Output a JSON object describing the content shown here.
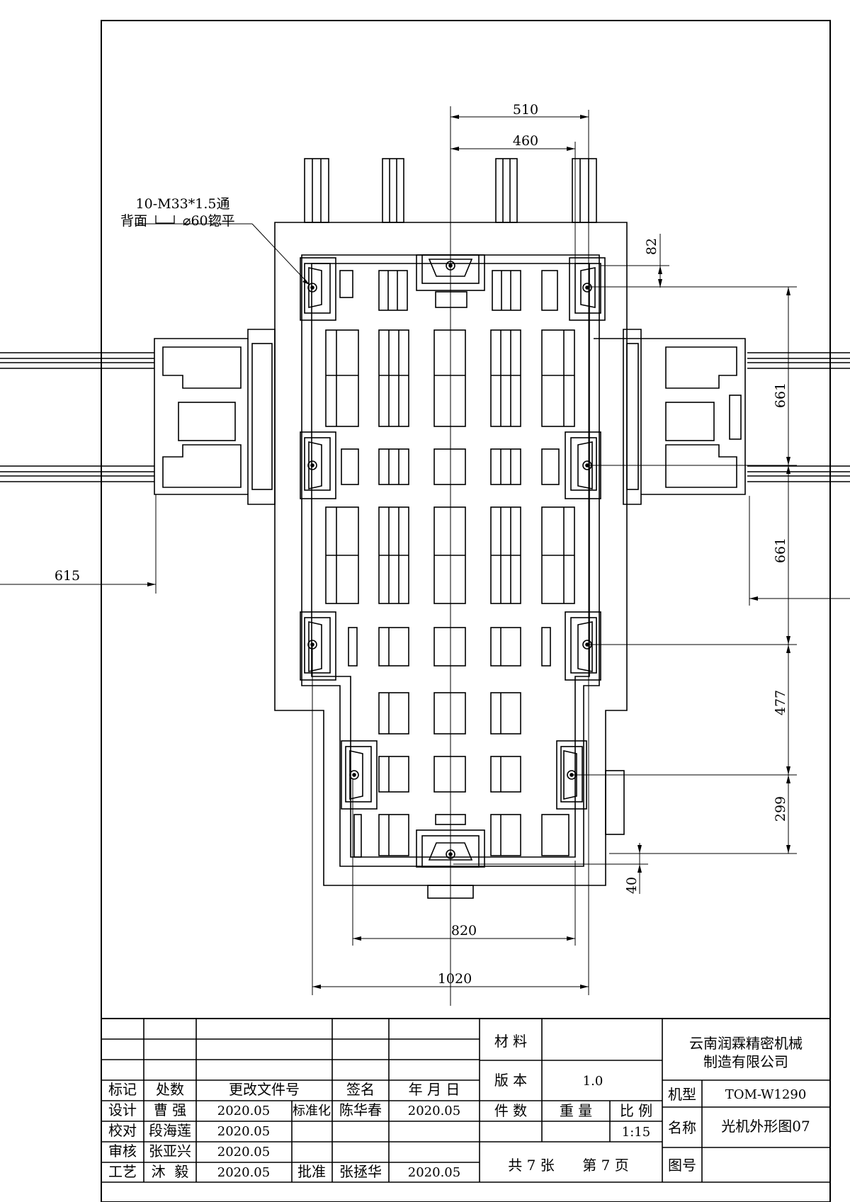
{
  "dimensions": {
    "d510": "510",
    "d460": "460",
    "d82": "82",
    "d661a": "661",
    "d661b": "661",
    "d477": "477",
    "d299": "299",
    "d40": "40",
    "d820": "820",
    "d1020": "1020",
    "d615": "615"
  },
  "callout": {
    "line1": "10-M33*1.5通",
    "line2_prefix": "背面",
    "line2_suffix": "⌀60锪平"
  },
  "title_block": {
    "headers": {
      "mark": "标记",
      "count": "处数",
      "change_doc": "更改文件号",
      "signature": "签名",
      "date": "年 月 日"
    },
    "rows": {
      "design_label": "设计",
      "design_name": "曹 强",
      "design_date": "2020.05",
      "std_label": "标准化",
      "std_name": "陈华春",
      "std_date": "2020.05",
      "check_label": "校对",
      "check_name": "段海莲",
      "check_date": "2020.05",
      "review_label": "审核",
      "review_name": "张亚兴",
      "review_date": "2020.05",
      "process_label": "工艺",
      "process_name": "沐  毅",
      "process_date": "2020.05",
      "approve_label": "批准",
      "approve_name": "张拯华",
      "approve_date": "2020.05"
    },
    "material_label": "材 料",
    "material_value": "",
    "version_label": "版 本",
    "version_value": "1.0",
    "qty_label": "件 数",
    "weight_label": "重 量",
    "scale_label": "比 例",
    "scale_value": "1:15",
    "sheets": "共 7 张",
    "page": "第 7 页",
    "company_line1": "云南润霖精密机械",
    "company_line2": "制造有限公司",
    "model_label": "机型",
    "model_value": "TOM-W1290",
    "name_label": "名称",
    "name_value": "光机外形图07",
    "drawing_no_label": "图号",
    "drawing_no_value": ""
  }
}
